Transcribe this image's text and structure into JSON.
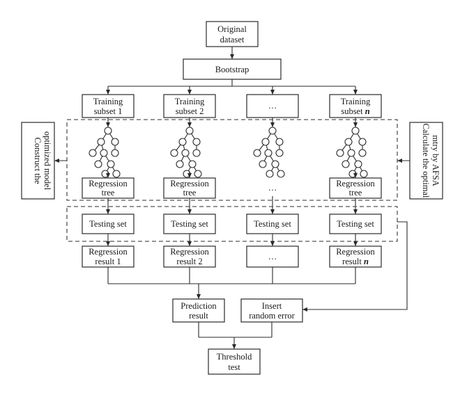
{
  "diagram": {
    "original_dataset": [
      "Original",
      "dataset"
    ],
    "bootstrap": "Bootstrap",
    "training_subsets": [
      [
        "Training",
        "subset 1"
      ],
      [
        "Training",
        "subset 2"
      ],
      [
        "…",
        ""
      ],
      [
        "Training",
        "subset n"
      ]
    ],
    "regression_trees": [
      [
        "Regression",
        "tree"
      ],
      [
        "Regression",
        "tree"
      ],
      [
        "…",
        ""
      ],
      [
        "Regression",
        "tree"
      ]
    ],
    "testing_sets": [
      "Testing set",
      "Testing set",
      "Testing set",
      "Testing set"
    ],
    "regression_results": [
      [
        "Regression",
        "result 1"
      ],
      [
        "Regression",
        "result 2"
      ],
      [
        "…",
        ""
      ],
      [
        "Regression",
        "result n"
      ]
    ],
    "prediction_result": [
      "Prediction",
      "result"
    ],
    "insert_random_error": [
      "Insert",
      "random error"
    ],
    "threshold_test": [
      "Threshold",
      "test"
    ],
    "left_side": [
      "Construct the",
      "optimized model"
    ],
    "right_side": [
      "Calculate the optimal",
      "mtry by AFSA"
    ]
  }
}
